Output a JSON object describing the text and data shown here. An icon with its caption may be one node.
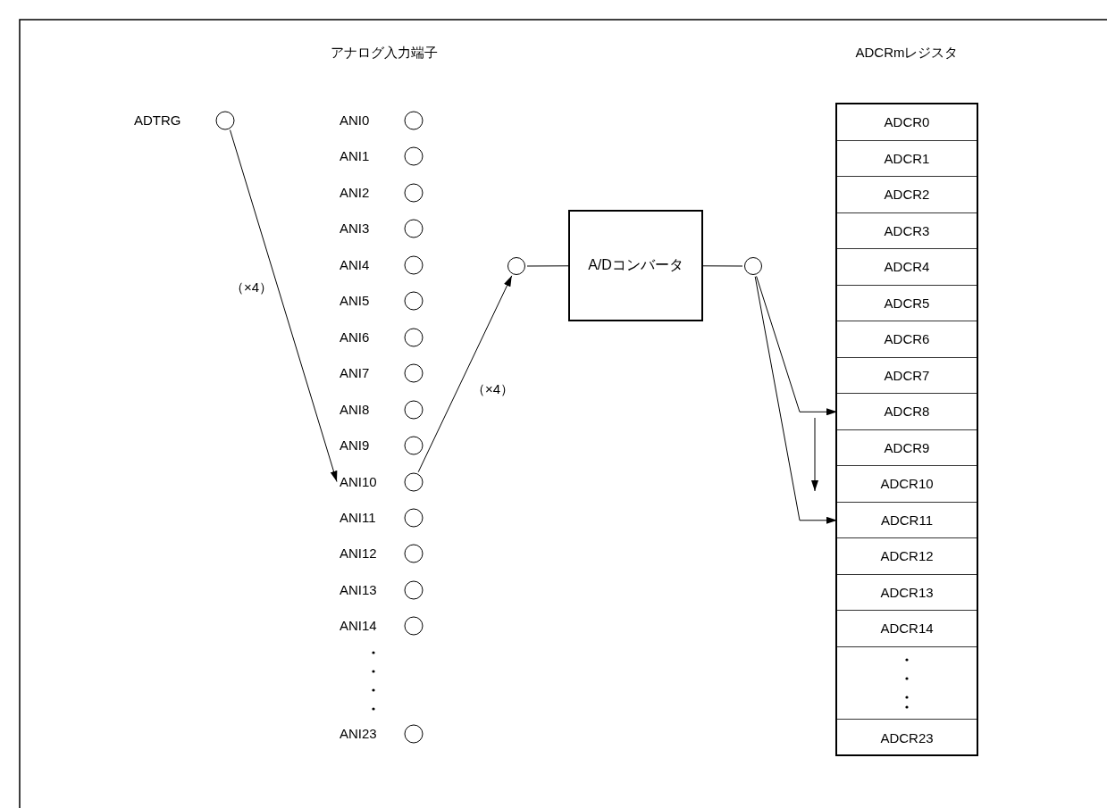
{
  "diagram": {
    "nodes": [
      {
        "text": [
          "ADTRG"
        ]
      },
      {
        "text": [
          "ANI0"
        ]
      },
      {
        "text": [
          "ANI1"
        ]
      },
      {
        "text": [
          "ANI2"
        ]
      },
      {
        "text": [
          "ANI3"
        ]
      },
      {
        "text": [
          "ANI4"
        ]
      },
      {
        "text": [
          "ANI5"
        ]
      },
      {
        "text": [
          "ANI6"
        ]
      },
      {
        "text": [
          "ANI7"
        ]
      },
      {
        "text": [
          "ANI8"
        ]
      },
      {
        "text": [
          "ANI9"
        ]
      },
      {
        "text": [
          "ANI10"
        ]
      },
      {
        "text": [
          "ANI11"
        ]
      },
      {
        "text": [
          "ANI12"
        ]
      },
      {
        "text": [
          "ANI13"
        ]
      },
      {
        "text": [
          "ANI14"
        ]
      },
      {
        "text": [
          "ANI23"
        ]
      },
      {
        "text": [
          "ADCRmレジスタ"
        ]
      },
      {
        "text": [
          "ADCR0"
        ],
        "in": 17
      },
      {
        "text": [
          "ADCR1"
        ],
        "in": 17
      },
      {
        "text": [
          "ADCR2"
        ],
        "in": 17
      },
      {
        "text": [
          "ADCR3"
        ],
        "in": 17
      },
      {
        "text": [
          "ADCR4"
        ],
        "in": 17
      },
      {
        "text": [
          "ADCR5"
        ],
        "in": 17
      },
      {
        "text": [
          "ADCR6"
        ],
        "in": 17
      },
      {
        "text": [
          "ADCR7"
        ],
        "in": 17
      },
      {
        "text": [
          "ADCR8"
        ],
        "in": 17
      },
      {
        "text": [
          "ADCR9"
        ],
        "in": 17
      },
      {
        "text": [
          "ADCR10"
        ],
        "in": 17
      },
      {
        "text": [
          "ADCR11"
        ],
        "in": 17
      },
      {
        "text": [
          "ADCR12"
        ],
        "in": 17
      },
      {
        "text": [
          "ADCR13"
        ],
        "in": 17
      },
      {
        "text": [
          "ADCR14"
        ],
        "in": 17
      },
      {
        "text": [],
        "shape": "box",
        "in": 17
      },
      {
        "text": [
          "ADCR23"
        ],
        "in": 17
      },
      {
        "text": [],
        "shape": "circle"
      },
      {
        "text": [
          "A/Dコンバータ"
        ]
      },
      {
        "text": [],
        "shape": "circle"
      }
    ],
    "edges": [
      {
        "from": 0,
        "to": 11,
        "arrow": "to",
        "label": "（×4）"
      },
      {
        "from": 11,
        "to": 35,
        "arrow": "to",
        "label": "（×4）"
      },
      {
        "from": 35,
        "to": 36,
        "arrow": "none"
      },
      {
        "from": 36,
        "to": 37,
        "arrow": "none"
      },
      {
        "from": 37,
        "to": 26,
        "arrow": "to"
      },
      {
        "from": 37,
        "to": 29,
        "arrow": "to"
      }
    ],
    "labels": [
      "アナログ入力端子"
    ]
  }
}
